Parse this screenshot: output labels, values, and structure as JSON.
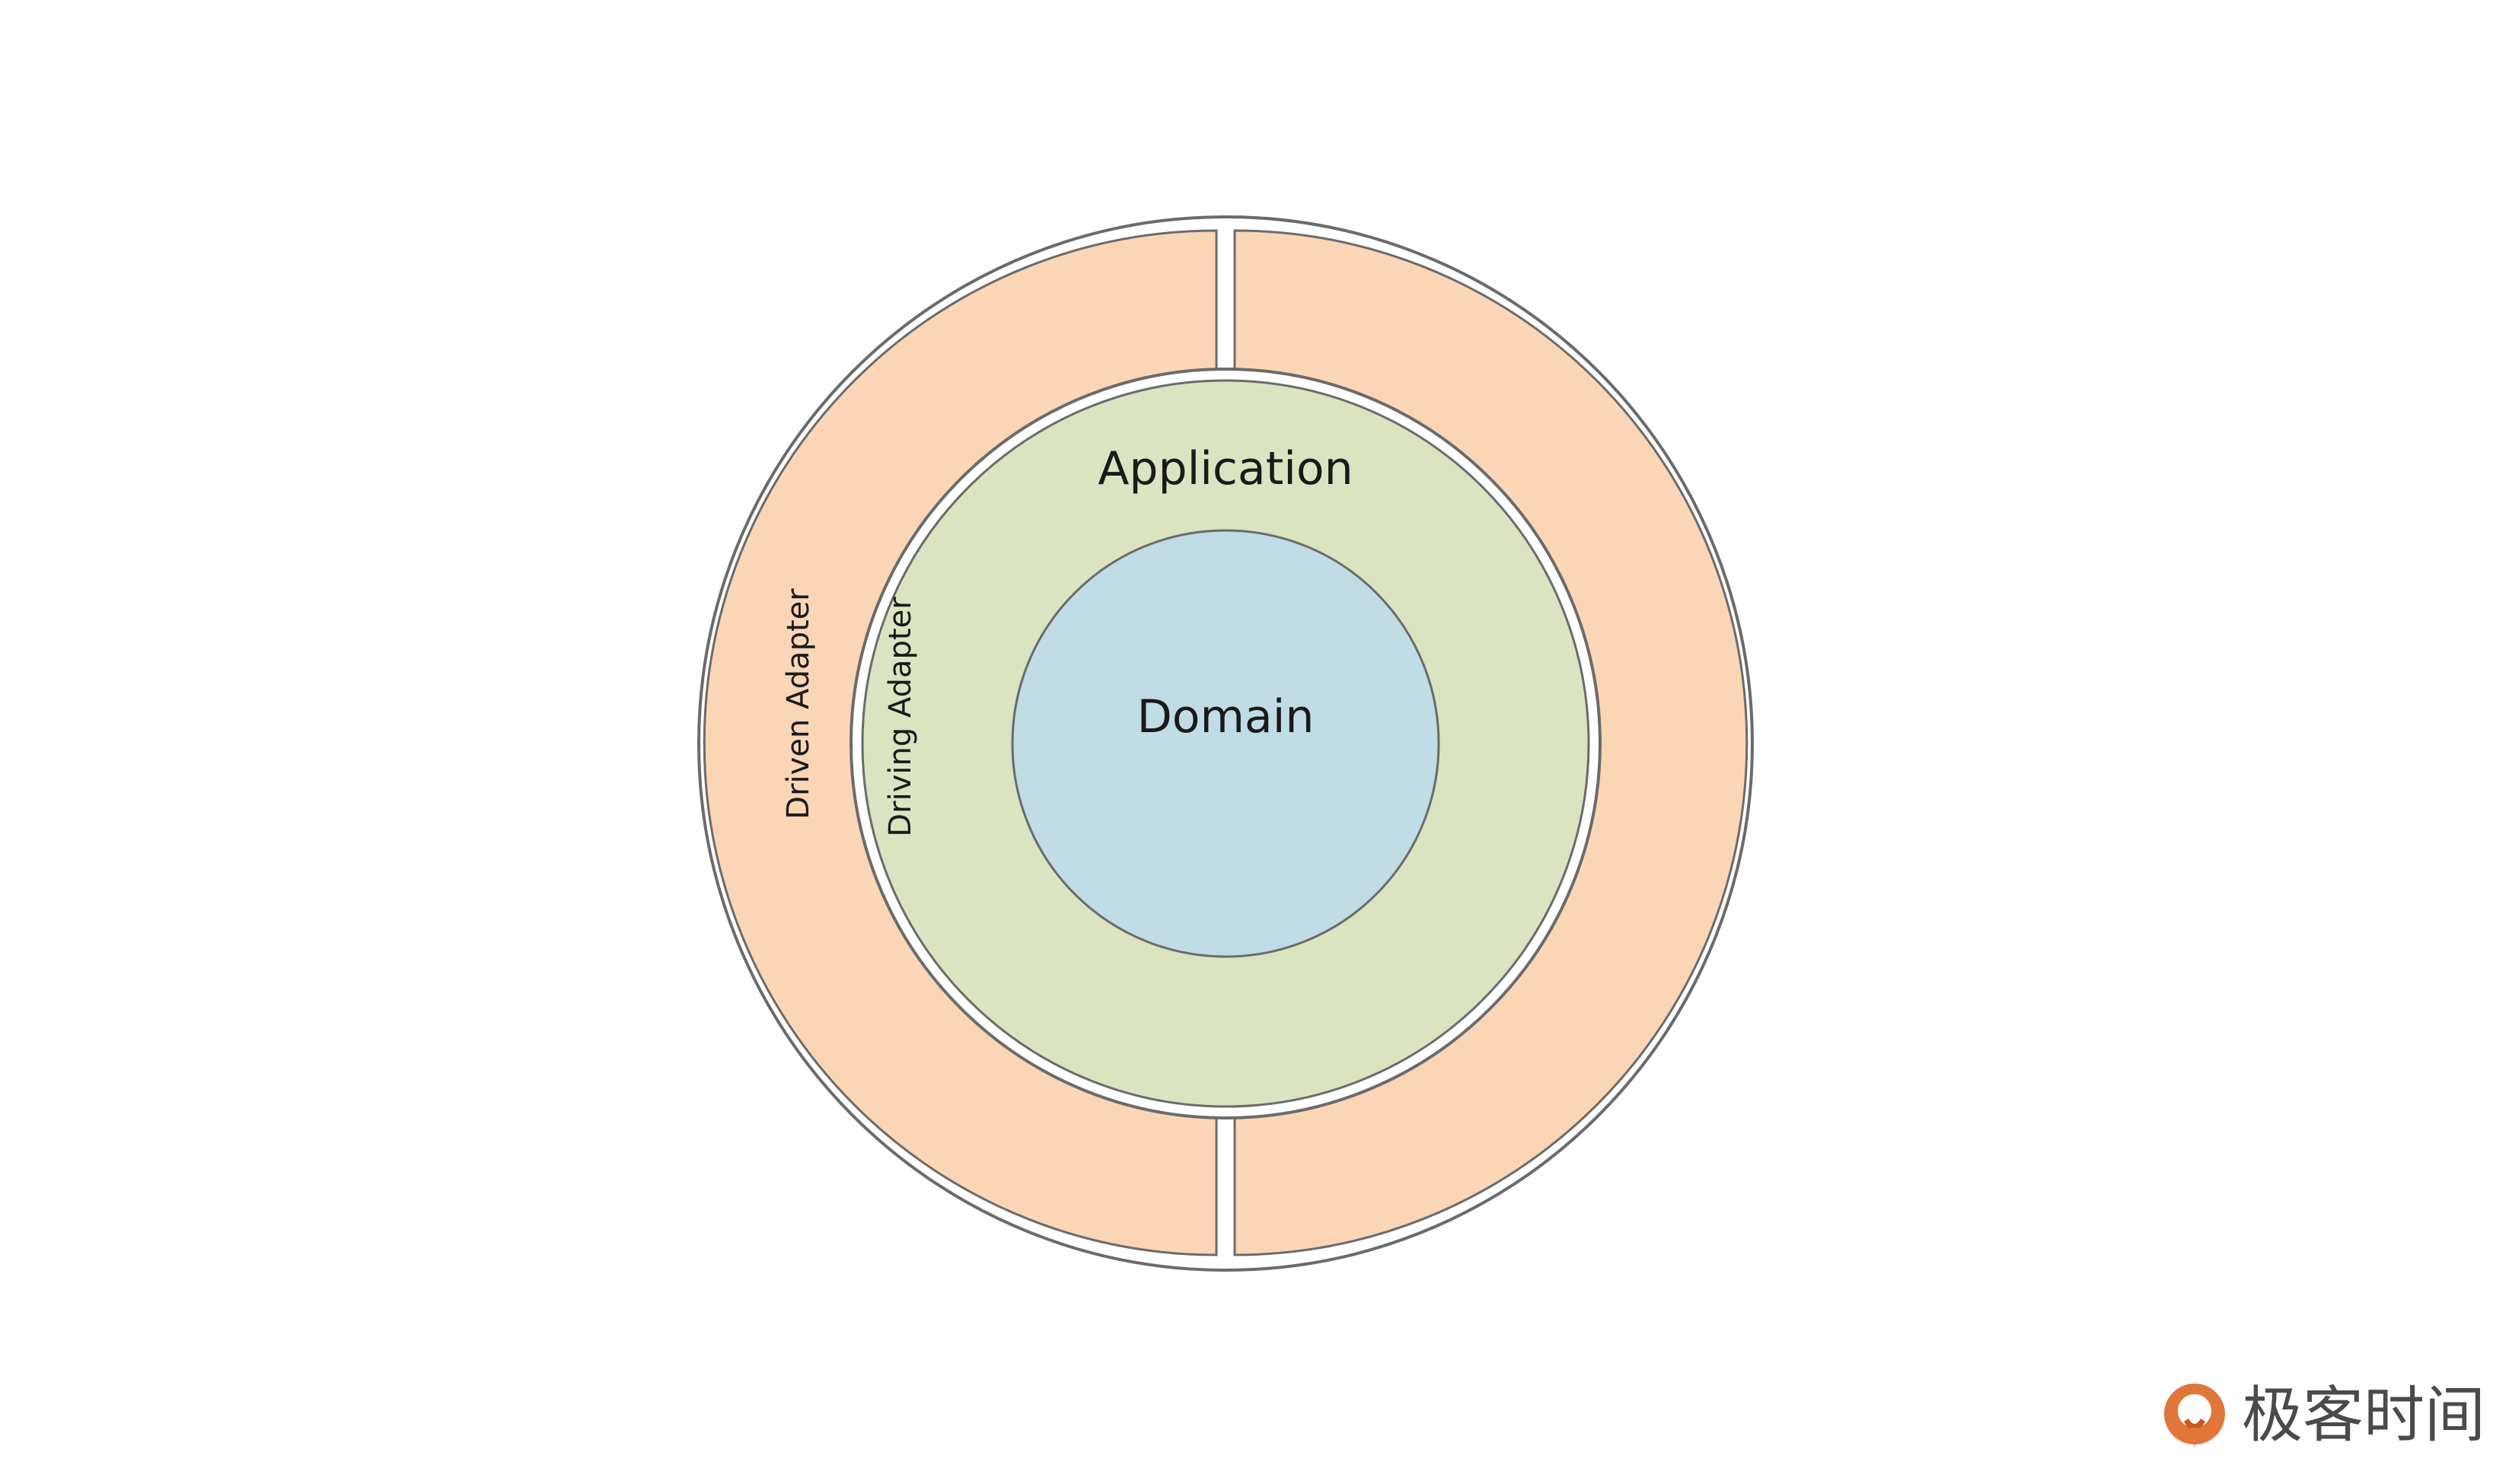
{
  "diagram": {
    "title": "",
    "layers": {
      "outer_left": {
        "label": "Driven Adapter",
        "color": "#fbd6b6"
      },
      "outer_right": {
        "label": "Driving Adapter",
        "color": "#fbd6b6"
      },
      "middle": {
        "label": "Application",
        "color": "#dbe4c1"
      },
      "core": {
        "label": "Domain",
        "color": "#c0dde6"
      }
    },
    "stroke_color": "#6b6b6b",
    "background": "#ffffff"
  },
  "brand": {
    "name": "极客时间",
    "icon": "geektime-logo-icon",
    "accent": "#e0763a"
  }
}
